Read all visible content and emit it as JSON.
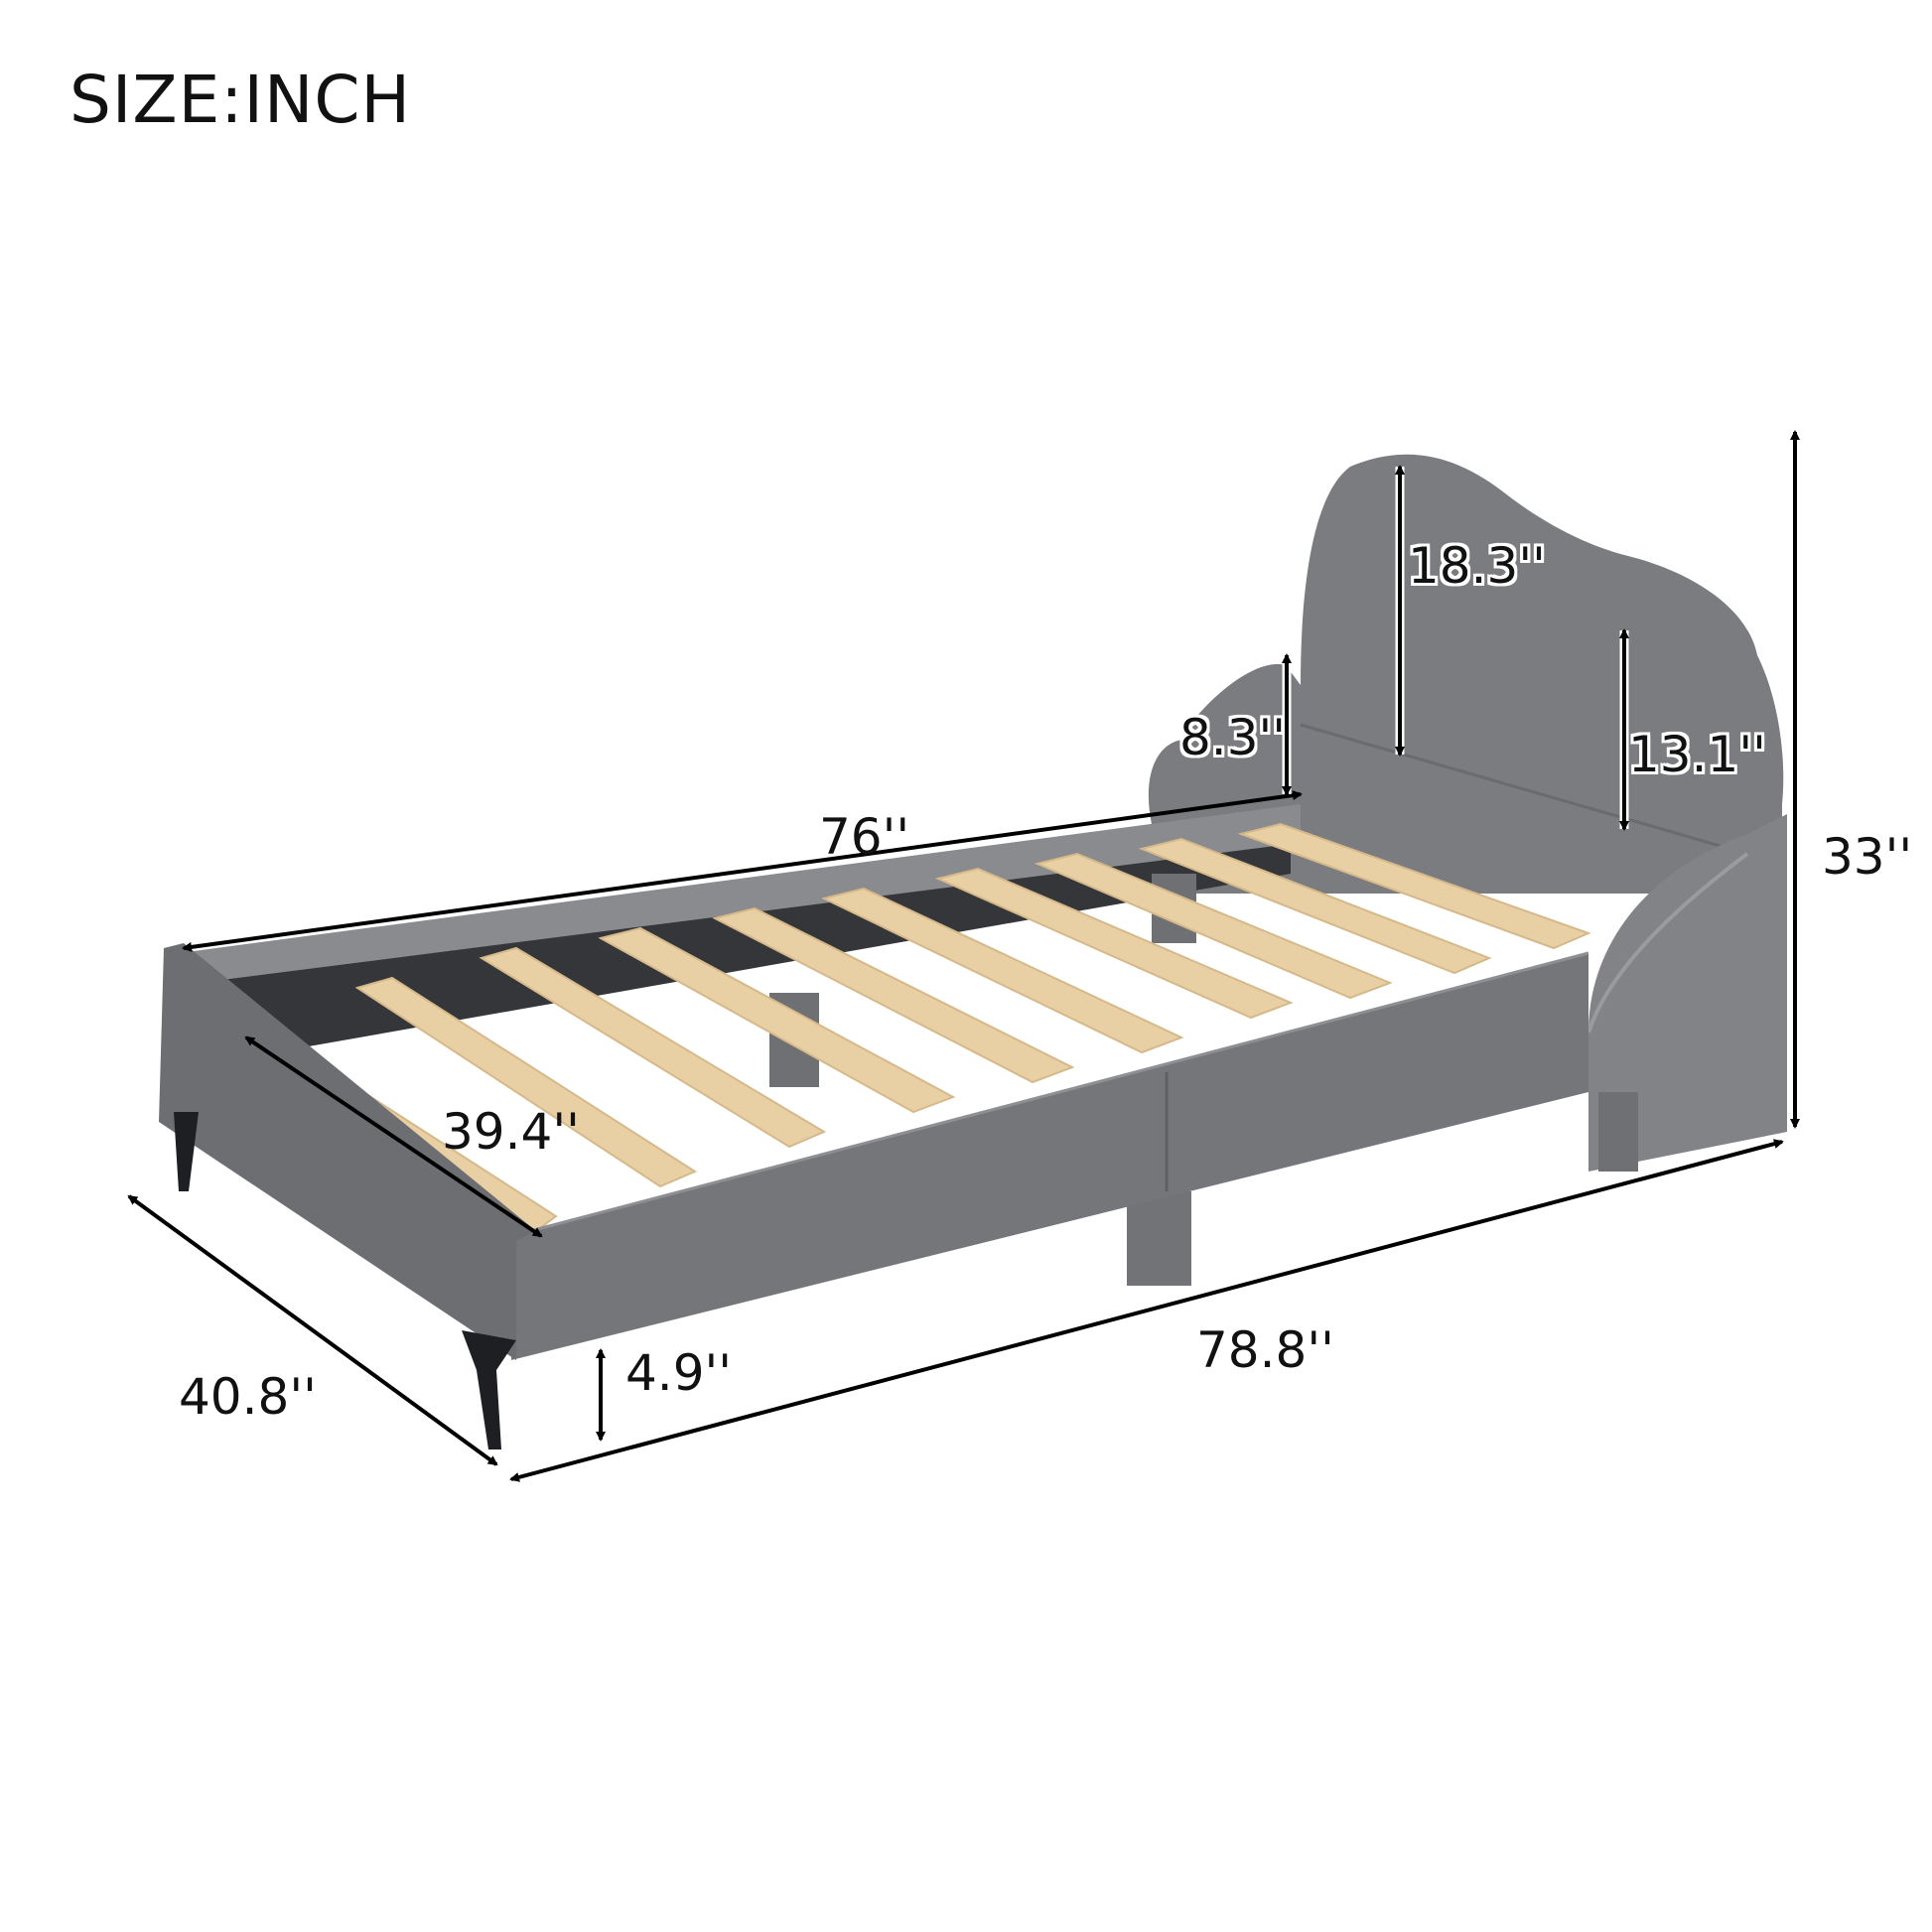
{
  "header": {
    "title": "SIZE:INCH"
  },
  "product": {
    "name": "Upholstered twin platform bed with cloud-shaped headboard",
    "colors": {
      "upholstery": "#7b7c80",
      "upholstery_dark": "#5f6064",
      "slat_wood": "#e8cfa4",
      "legs": "#1e1f22",
      "inner_rail": "#35363a"
    },
    "slat_count": 10
  },
  "dimensions": {
    "overall_length": "78.8''",
    "overall_width": "40.8''",
    "overall_height": "33''",
    "inner_length": "76''",
    "slat_length": "39.4''",
    "leg_clearance": "4.9''",
    "headboard_center_height": "18.3''",
    "headboard_left_height": "8.3''",
    "headboard_right_height": "13.1''"
  }
}
